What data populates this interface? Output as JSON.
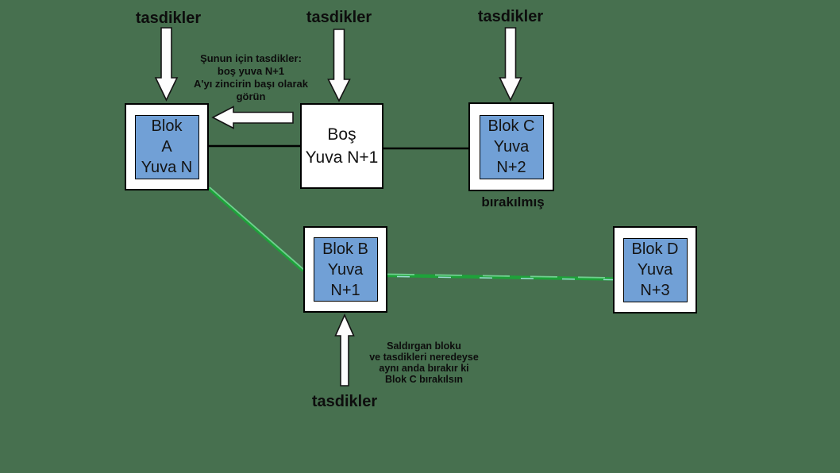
{
  "colors": {
    "background": "#47704F",
    "block_fill": "#71A0D6",
    "block_border": "#000000",
    "line_black": "#000000",
    "green_main": "#1EA23A",
    "green_light": "#6FCF8E",
    "green_pale": "#9ADBD0",
    "arrow_fill": "#FDFDFD",
    "text": "#141414"
  },
  "blocks": {
    "a": {
      "lines": [
        "Blok",
        "A",
        "Yuva N"
      ]
    },
    "empty": {
      "lines": [
        "Boş",
        "Yuva N+1"
      ]
    },
    "c": {
      "lines": [
        "Blok C",
        "Yuva",
        "N+2"
      ]
    },
    "b": {
      "lines": [
        "Blok B",
        "Yuva",
        "N+1"
      ]
    },
    "d": {
      "lines": [
        "Blok D",
        "Yuva",
        "N+3"
      ]
    }
  },
  "labels": {
    "tasdikler_a": "tasdikler",
    "tasdikler_empty": "tasdikler",
    "tasdikler_c": "tasdikler",
    "tasdikler_b": "tasdikler",
    "dropped": "bırakılmış"
  },
  "annotations": {
    "attest_note": {
      "lines": [
        "Şunun için tasdikler:",
        "boş yuva N+1",
        "A'yı zincirin başı olarak",
        "görün"
      ]
    },
    "attacker_note": {
      "lines": [
        "Saldırgan bloku",
        "ve tasdikleri neredeyse",
        "aynı anda bırakır ki",
        "Blok C bırakılsın"
      ]
    }
  }
}
